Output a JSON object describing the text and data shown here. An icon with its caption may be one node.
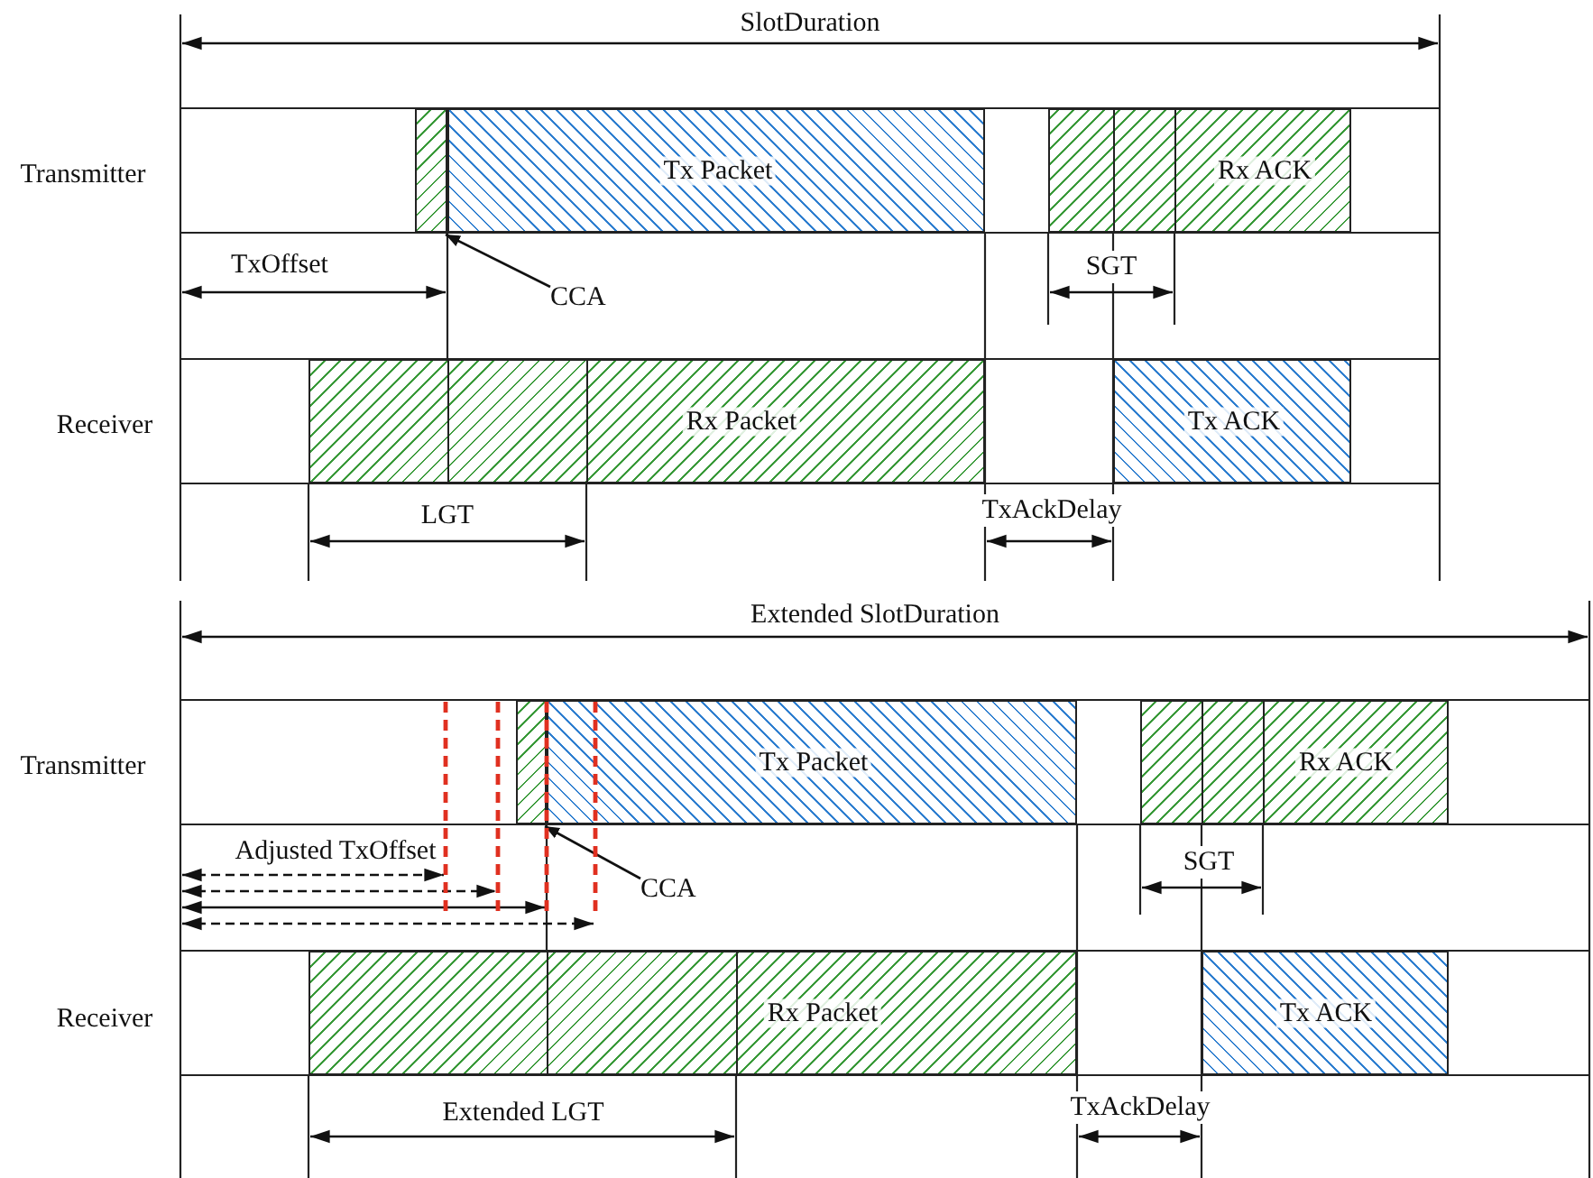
{
  "diagram": {
    "nodes": [
      {
        "text": [],
        "shape": "box"
      },
      {
        "text": [
          "Tx Packet"
        ]
      },
      {
        "text": [
          "Rx ACK"
        ]
      },
      {
        "text": [
          "CCA"
        ]
      },
      {
        "text": [
          "Rx Packet"
        ]
      },
      {
        "text": [
          "Tx ACK"
        ]
      },
      {
        "text": [],
        "shape": "box"
      },
      {
        "text": [
          "Tx Packet"
        ]
      },
      {
        "text": [
          "Rx ACK"
        ]
      },
      {
        "text": [
          "CCA"
        ]
      },
      {
        "text": [
          "Rx Packet"
        ]
      },
      {
        "text": [
          "Tx ACK"
        ]
      }
    ],
    "edges": [
      {
        "from": 3,
        "to": 0,
        "arrow": "to"
      },
      {
        "from": 9,
        "to": 6,
        "arrow": "to"
      }
    ],
    "labels": [
      "SlotDuration",
      "Transmitter",
      "TxOffset",
      "SGT",
      "Receiver",
      "LGT",
      "TxAckDelay",
      "Extended SlotDuration",
      "Transmitter",
      "Adjusted TxOffset",
      "SGT",
      "Receiver",
      "Extended LGT",
      "TxAckDelay"
    ]
  }
}
